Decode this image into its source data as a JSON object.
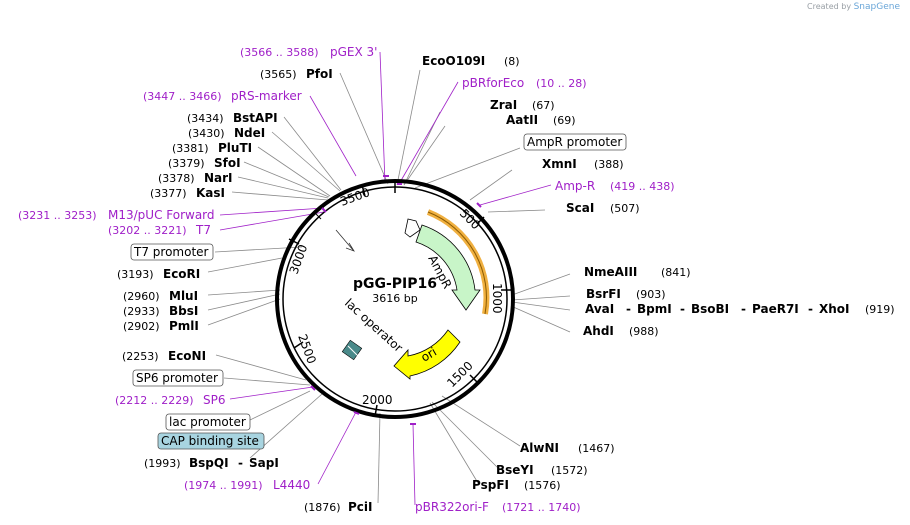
{
  "credit": {
    "prefix": "Created by",
    "brand": "SnapGene"
  },
  "plasmid": {
    "name": "pGG-PIP16",
    "size": "3616 bp"
  },
  "ticks": [
    "500",
    "1000",
    "1500",
    "2000",
    "2500",
    "3000",
    "3500"
  ],
  "features": {
    "ampr": "AmpR",
    "ori": "ori",
    "lac_operator": "lac operator"
  },
  "enzymes": [
    {
      "name": "EcoO109I",
      "pos": "(8)"
    },
    {
      "name": "ZraI",
      "pos": "(67)"
    },
    {
      "name": "AatII",
      "pos": "(69)"
    },
    {
      "name": "XmnI",
      "pos": "(388)"
    },
    {
      "name": "ScaI",
      "pos": "(507)"
    },
    {
      "name": "NmeAIII",
      "pos": "(841)"
    },
    {
      "name": "BsrFI",
      "pos": "(903)"
    },
    {
      "name": "AvaI",
      "pos": ""
    },
    {
      "name": "BpmI",
      "pos": ""
    },
    {
      "name": "BsoBI",
      "pos": ""
    },
    {
      "name": "PaeR7I",
      "pos": ""
    },
    {
      "name": "XhoI",
      "pos": "(919)"
    },
    {
      "name": "AhdI",
      "pos": "(988)"
    },
    {
      "name": "AlwNI",
      "pos": "(1467)"
    },
    {
      "name": "BseYI",
      "pos": "(1572)"
    },
    {
      "name": "PspFI",
      "pos": "(1576)"
    },
    {
      "name": "PciI",
      "pos": "(1876)"
    },
    {
      "name": "BspQI",
      "pos": "(1993)"
    },
    {
      "name": "SapI",
      "pos": ""
    },
    {
      "name": "EcoNI",
      "pos": "(2253)"
    },
    {
      "name": "PmlI",
      "pos": "(2902)"
    },
    {
      "name": "BbsI",
      "pos": "(2933)"
    },
    {
      "name": "MluI",
      "pos": "(2960)"
    },
    {
      "name": "EcoRI",
      "pos": "(3193)"
    },
    {
      "name": "KasI",
      "pos": "(3377)"
    },
    {
      "name": "NarI",
      "pos": "(3378)"
    },
    {
      "name": "SfoI",
      "pos": "(3379)"
    },
    {
      "name": "PluTI",
      "pos": "(3381)"
    },
    {
      "name": "NdeI",
      "pos": "(3430)"
    },
    {
      "name": "BstAPI",
      "pos": "(3434)"
    },
    {
      "name": "PfoI",
      "pos": "(3565)"
    }
  ],
  "primers": [
    {
      "name": "pGEX 3'",
      "pos": "(3566 .. 3588)"
    },
    {
      "name": "pBRforEco",
      "pos": "(10 .. 28)"
    },
    {
      "name": "pRS-marker",
      "pos": "(3447 .. 3466)"
    },
    {
      "name": "Amp-R",
      "pos": "(419 .. 438)"
    },
    {
      "name": "M13/pUC Forward",
      "pos": "(3231 .. 3253)"
    },
    {
      "name": "T7",
      "pos": "(3202 .. 3221)"
    },
    {
      "name": "SP6",
      "pos": "(2212 .. 2229)"
    },
    {
      "name": "L4440",
      "pos": "(1974 .. 1991)"
    },
    {
      "name": "pBR322ori-F",
      "pos": "(1721 .. 1740)"
    }
  ],
  "boxes": {
    "ampr_promoter": "AmpR promoter",
    "t7_promoter": "T7 promoter",
    "sp6_promoter": "SP6 promoter",
    "lac_promoter": "lac promoter",
    "cap_site": "CAP binding site"
  },
  "colors": {
    "primer": "#a020c8",
    "ampr": "#c8f5c8",
    "ori": "#ffff00",
    "cap": "#a8d4e0",
    "orange": "#f0b040"
  }
}
